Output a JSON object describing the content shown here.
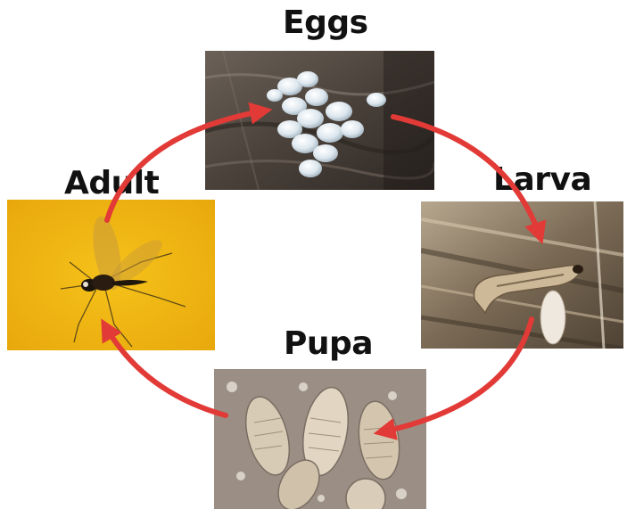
{
  "diagram": {
    "stages": [
      {
        "key": "eggs",
        "label": "Eggs"
      },
      {
        "key": "larva",
        "label": "Larva"
      },
      {
        "key": "pupa",
        "label": "Pupa"
      },
      {
        "key": "adult",
        "label": "Adult"
      }
    ],
    "arrow_color": "#e23a36",
    "arrow_count": 4
  }
}
